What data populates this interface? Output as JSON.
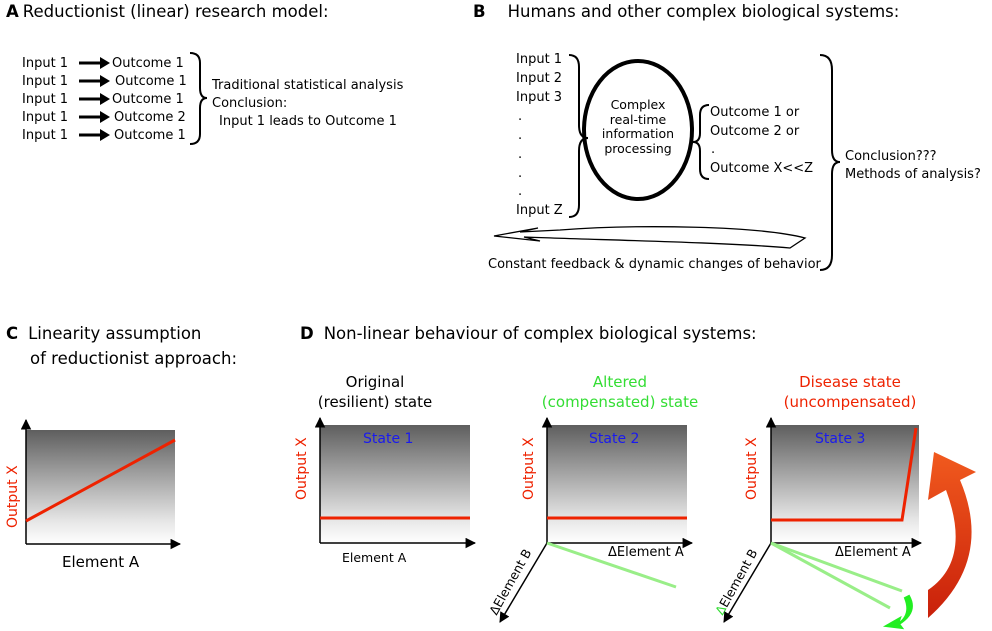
{
  "panelA": {
    "letter": "A",
    "title": "Reductionist (linear) research model:",
    "rows": [
      {
        "input": "Input 1",
        "outcome": "Outcome 1"
      },
      {
        "input": "Input 1",
        "outcome": "Outcome 1"
      },
      {
        "input": "Input 1",
        "outcome": "Outcome 1"
      },
      {
        "input": "Input 1",
        "outcome": "Outcome 2"
      },
      {
        "input": "Input 1",
        "outcome": "Outcome 1"
      }
    ],
    "analysis": "Traditional statistical analysis",
    "conclusion_label": "Conclusion:",
    "conclusion_text": "Input 1 leads to Outcome 1"
  },
  "panelB": {
    "letter": "B",
    "title": "Humans and other complex biological systems:",
    "inputs": [
      "Input 1",
      "Input 2",
      "Input 3",
      ".",
      ".",
      ".",
      ".",
      ".",
      "Input Z"
    ],
    "processing": [
      "Complex",
      "real-time",
      "information",
      "processing"
    ],
    "outcomes": [
      "Outcome 1 or",
      "Outcome 2 or",
      ".",
      "Outcome X<<Z"
    ],
    "conclusion": [
      "Conclusion???",
      "Methods of analysis?"
    ],
    "feedback": "Constant feedback & dynamic changes of behavior"
  },
  "panelC": {
    "letter": "C",
    "title_line1": "Linearity assumption",
    "title_line2": "of reductionist approach:",
    "ylabel": "Output X",
    "xlabel": "Element A"
  },
  "panelD": {
    "letter": "D",
    "title": "Non-linear behaviour of complex biological systems:",
    "state1": {
      "header1": "Original",
      "header2": "(resilient) state",
      "label": "State 1",
      "ylabel": "Output X",
      "xlabel": "Element A"
    },
    "state2": {
      "header1": "Altered",
      "header2": "(compensated) state",
      "label": "State 2",
      "ylabel": "Output X",
      "xlabel": "ΔElement A",
      "zlabel": "ΔElement B"
    },
    "state3": {
      "header1": "Disease state",
      "header2": "(uncompensated)",
      "label": "State 3",
      "ylabel": "Output X",
      "xlabel": "ΔElement A",
      "zlabel_delta": "Δ",
      "zlabel": "Element B"
    }
  },
  "colors": {
    "red": "#ee2200",
    "green": "#33dd33",
    "blue": "#1a1aee",
    "arrow_orange": "#e8380a"
  }
}
